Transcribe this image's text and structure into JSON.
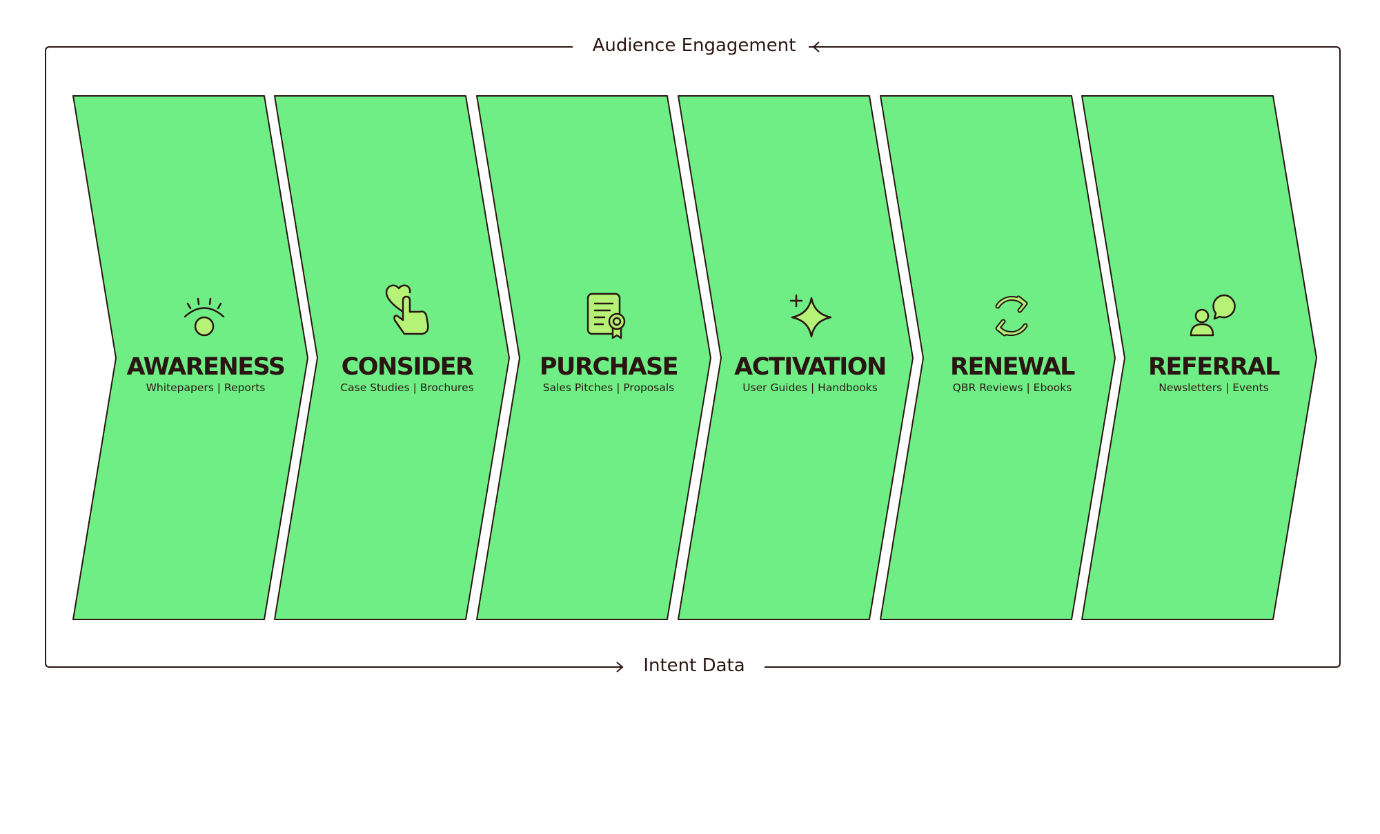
{
  "loop": {
    "top_label": "Audience Engagement",
    "bottom_label": "Intent Data"
  },
  "colors": {
    "stage_fill": "#6fee86",
    "icon_fill": "#b5f275",
    "stroke": "#2a1512",
    "background": "#ffffff"
  },
  "stages": [
    {
      "title": "AWARENESS",
      "subtitle": "Whitepapers | Reports",
      "icon": "eye-icon"
    },
    {
      "title": "CONSIDER",
      "subtitle": "Case Studies | Brochures",
      "icon": "heart-hand-icon"
    },
    {
      "title": "PURCHASE",
      "subtitle": "Sales Pitches | Proposals",
      "icon": "certificate-icon"
    },
    {
      "title": "ACTIVATION",
      "subtitle": "User Guides | Handbooks",
      "icon": "sparkle-icon"
    },
    {
      "title": "RENEWAL",
      "subtitle": "QBR Reviews | Ebooks",
      "icon": "refresh-icon"
    },
    {
      "title": "REFERRAL",
      "subtitle": "Newsletters | Events",
      "icon": "user-chat-icon"
    }
  ]
}
